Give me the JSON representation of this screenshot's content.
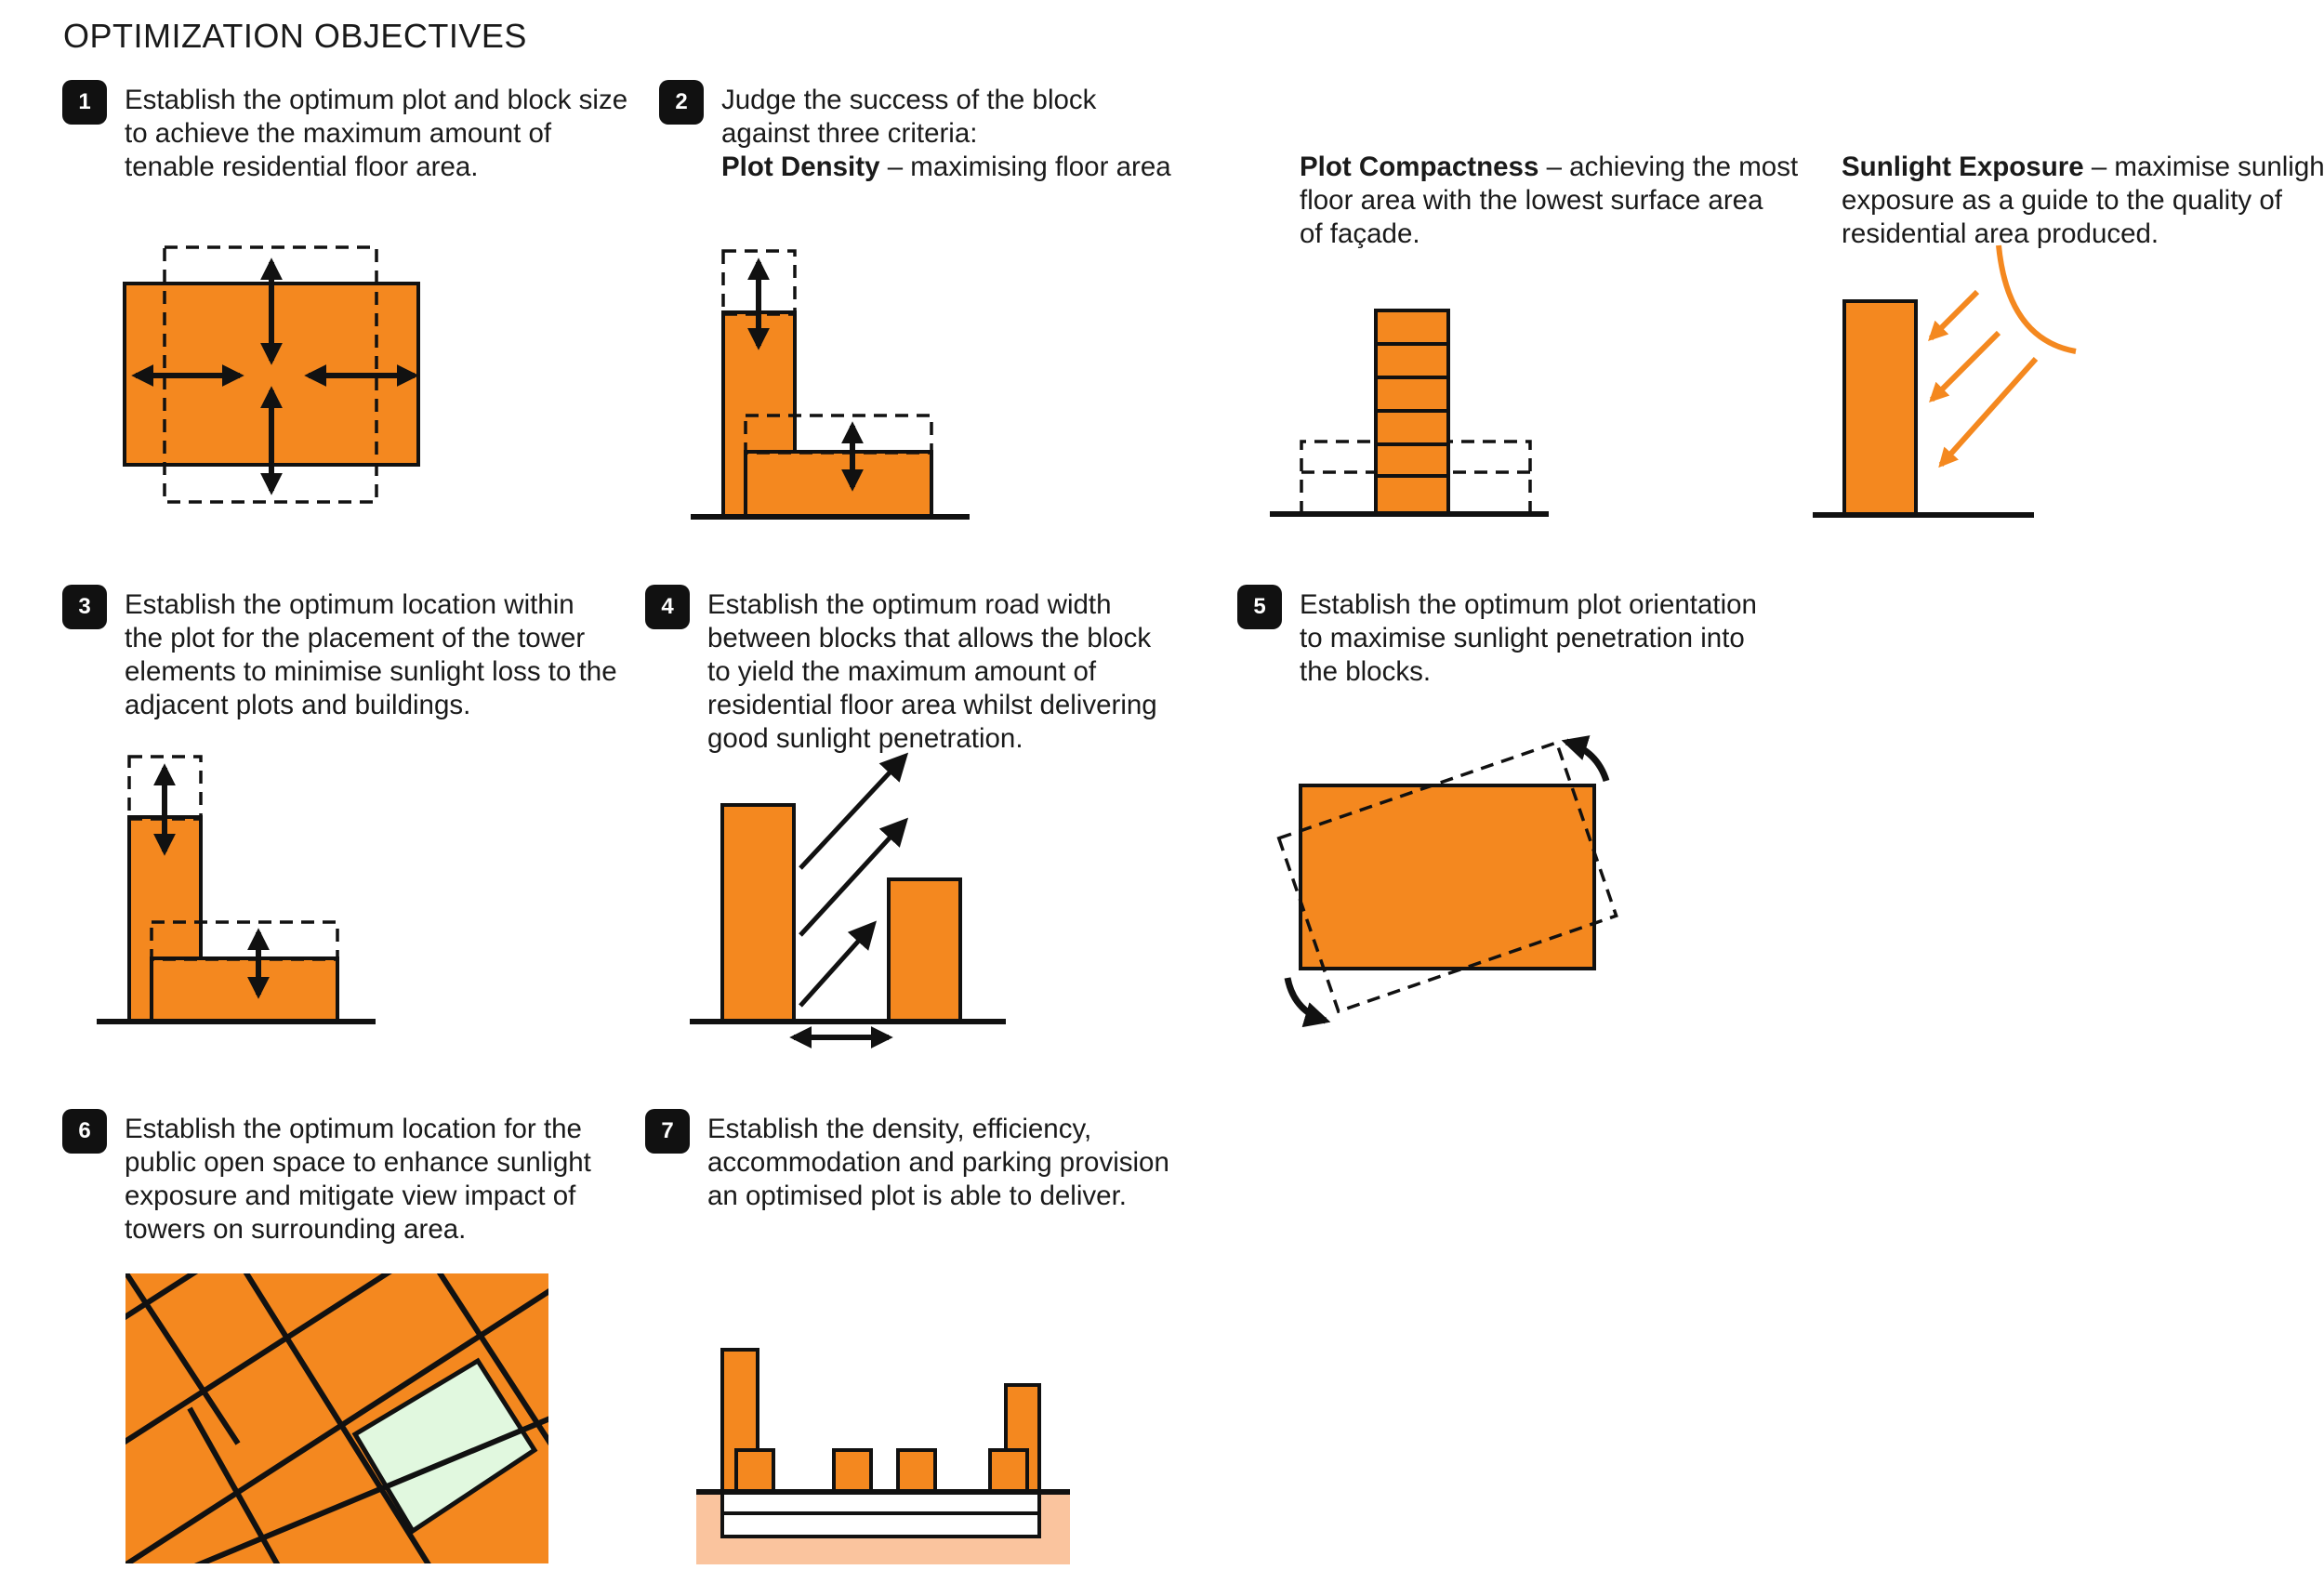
{
  "title": "OPTIMIZATION OBJECTIVES",
  "colors": {
    "orange": "#F4881F",
    "green": "#E1F8DF",
    "ground_fill": "#FAC49E",
    "ink": "#111111"
  },
  "objectives": [
    {
      "number": "1",
      "lines": [
        "Establish the optimum plot and block size",
        "to achieve the maximum amount of",
        "tenable residential floor area."
      ]
    },
    {
      "number": "2",
      "lines": [
        "Judge the success of the block",
        "against three criteria:"
      ],
      "criteria": [
        {
          "name": "Plot Density",
          "desc_lines": [
            "– maximising floor area"
          ]
        },
        {
          "name": "Plot Compactness",
          "desc_lines": [
            "– achieving the most",
            "floor area with the lowest surface area",
            "of façade."
          ]
        },
        {
          "name": "Sunlight Exposure",
          "desc_lines": [
            "– maximise sunlight",
            "exposure as a guide to the quality of",
            "residential area produced."
          ]
        }
      ]
    },
    {
      "number": "3",
      "lines": [
        "Establish the optimum location within",
        "the plot for the placement of the tower",
        "elements to minimise sunlight loss to the",
        "adjacent plots and buildings."
      ]
    },
    {
      "number": "4",
      "lines": [
        "Establish the optimum road width",
        "between blocks that allows the block",
        "to yield the maximum amount of",
        "residential floor area whilst delivering",
        "good sunlight penetration."
      ]
    },
    {
      "number": "5",
      "lines": [
        "Establish the optimum plot orientation",
        "to maximise sunlight penetration into",
        "the blocks."
      ]
    },
    {
      "number": "6",
      "lines": [
        "Establish the optimum location for the",
        "public open space to enhance sunlight",
        "exposure and mitigate view impact of",
        "towers on surrounding area."
      ]
    },
    {
      "number": "7",
      "lines": [
        "Establish the density, efficiency,",
        "accommodation and parking provision",
        "an optimised plot is able to deliver."
      ]
    }
  ],
  "icons": [
    "double-arrow-icon",
    "curved-arrow-icon",
    "sun-arc-icon",
    "sun-ray-arrow-icon"
  ]
}
